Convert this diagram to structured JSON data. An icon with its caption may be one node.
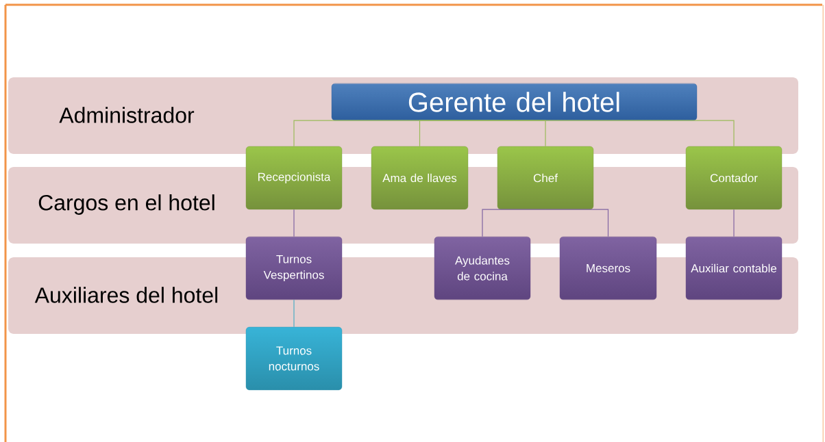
{
  "diagram": {
    "nodes": [
      {
        "text": [
          "Gerente del hotel"
        ]
      },
      {
        "text": [
          "Recepcionista"
        ]
      },
      {
        "text": [
          "Ama de llaves"
        ]
      },
      {
        "text": [
          "Chef"
        ]
      },
      {
        "text": [
          "Contador"
        ]
      },
      {
        "text": [
          "Turnos Vespertinos"
        ]
      },
      {
        "text": [
          "Ayudantes de cocina"
        ]
      },
      {
        "text": [
          "Meseros"
        ]
      },
      {
        "text": [
          "Auxiliar contable"
        ]
      },
      {
        "text": [
          "Turnos nocturnos"
        ]
      }
    ],
    "edges": [
      {
        "from": 0,
        "to": 1,
        "arrow": "none",
        "color": "#9bbb59"
      },
      {
        "from": 0,
        "to": 2,
        "arrow": "none",
        "color": "#9bbb59"
      },
      {
        "from": 0,
        "to": 3,
        "arrow": "none",
        "color": "#9bbb59"
      },
      {
        "from": 0,
        "to": 4,
        "arrow": "none",
        "color": "#9bbb59"
      },
      {
        "from": 1,
        "to": 5,
        "arrow": "none",
        "color": "#8064a2"
      },
      {
        "from": 3,
        "to": 6,
        "arrow": "none",
        "color": "#8064a2"
      },
      {
        "from": 3,
        "to": 7,
        "arrow": "none",
        "color": "#8064a2"
      },
      {
        "from": 4,
        "to": 8,
        "arrow": "none",
        "color": "#8064a2"
      },
      {
        "from": 5,
        "to": 9,
        "arrow": "none",
        "color": "#4bacc6"
      }
    ],
    "labels": [
      "Administrador",
      "Cargos en el hotel",
      "Auxiliares del hotel"
    ]
  }
}
